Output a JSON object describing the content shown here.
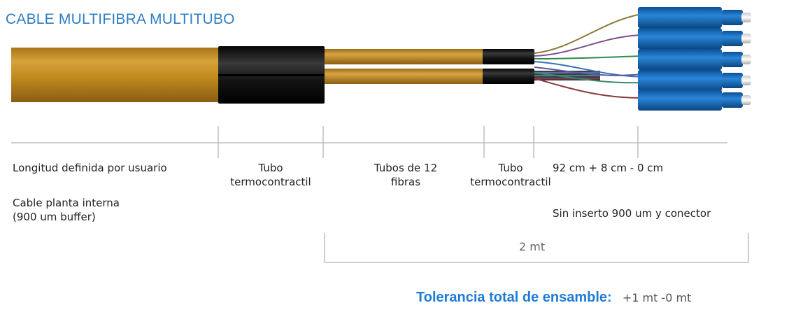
{
  "title": "CABLE MULTIFIBRA MULTITUBO",
  "labels": {
    "longitud": "Longitud definida por usuario",
    "tubo1_l1": "Tubo",
    "tubo1_l2": "termocontractil",
    "tubos12_l1": "Tubos de 12",
    "tubos12_l2": "fibras",
    "tubo2_l1": "Tubo",
    "tubo2_l2": "termocontractil",
    "medida": "92 cm + 8 cm - 0 cm",
    "cable_l1": "Cable planta interna",
    "cable_l2": "(900 um buffer)",
    "sin_inserto": "Sin inserto 900 um y conector"
  },
  "dimension": {
    "label": "2 mt"
  },
  "tolerance": {
    "label": "Tolerancia total de ensamble:",
    "value": "+1 mt -0 mt"
  },
  "colors": {
    "title": "#2f7fc1",
    "cable": "#c08a1e",
    "shrink_tube": "#141414",
    "connector": "#1565b5",
    "fibers": [
      "#8a7a3a",
      "#7d4d8f",
      "#2f8a4a",
      "#3b6fb5",
      "#8a3a3a",
      "#5a5aa0",
      "#3a8a6a",
      "#6a8a3a"
    ],
    "tolerance_label": "#1f7bd8",
    "lines": "#bdbdbd"
  },
  "icons": [
    "cable-illustration",
    "sc-connector-icon"
  ]
}
